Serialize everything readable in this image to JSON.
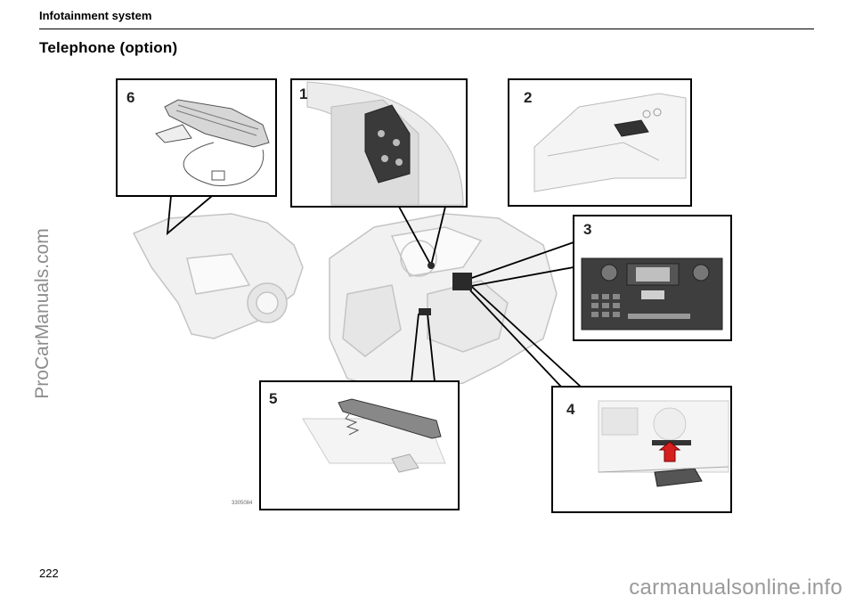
{
  "header": {
    "section": "Infotainment system",
    "title": "Telephone (option)"
  },
  "figure": {
    "code": "3305084",
    "callouts": [
      "1",
      "2",
      "3",
      "4",
      "5",
      "6"
    ]
  },
  "page_number": "222",
  "watermarks": {
    "side": "ProCarManuals.com",
    "bottom": "carmanualsonline.info"
  }
}
